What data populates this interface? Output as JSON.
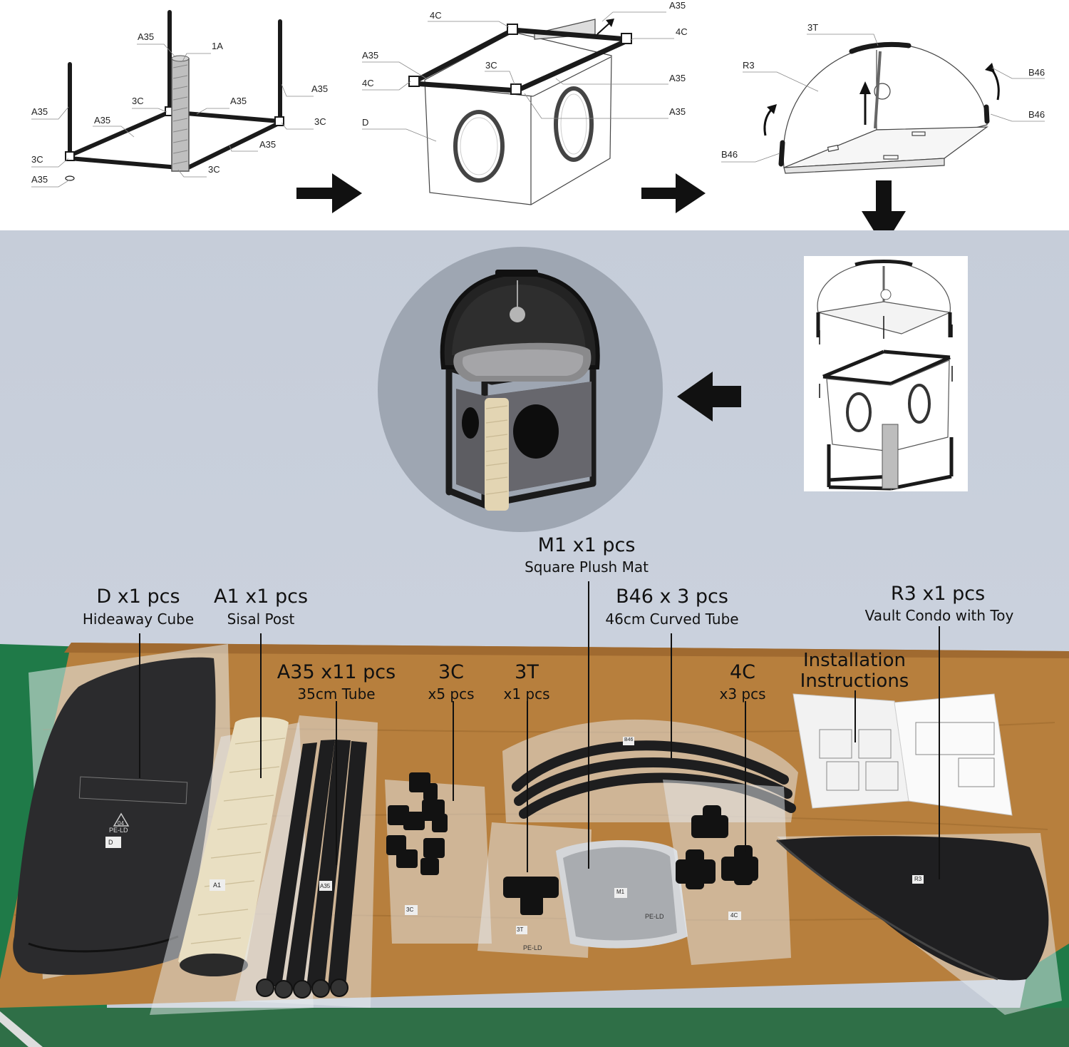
{
  "step1": {
    "labels": [
      "A35",
      "1A",
      "A35",
      "A35",
      "3C",
      "A35",
      "A35",
      "3C",
      "3C",
      "A35",
      "A35",
      "3C"
    ]
  },
  "step2": {
    "labels": [
      "4C",
      "A35",
      "A35",
      "4C",
      "3C",
      "A35",
      "4C",
      "A35",
      "D"
    ]
  },
  "step3": {
    "labels": [
      "3T",
      "R3",
      "B46",
      "B46",
      "B46"
    ]
  },
  "parts": [
    {
      "title": "D x1 pcs",
      "subtitle": "Hideaway Cube"
    },
    {
      "title": "A1 x1 pcs",
      "subtitle": "Sisal Post"
    },
    {
      "title": "A35 x11 pcs",
      "subtitle": "35cm Tube"
    },
    {
      "title": "3C",
      "subtitle": "x5 pcs"
    },
    {
      "title": "3T",
      "subtitle": "x1 pcs"
    },
    {
      "title": "M1 x1 pcs",
      "subtitle": "Square Plush Mat"
    },
    {
      "title": "B46 x 3 pcs",
      "subtitle": "46cm Curved Tube"
    },
    {
      "title": "4C",
      "subtitle": "x3 pcs"
    },
    {
      "title": "R3 x1 pcs",
      "subtitle": "Vault Condo with Toy"
    },
    {
      "title": "Installation",
      "subtitle": "Instructions"
    }
  ],
  "package_tags": [
    "D",
    "A1",
    "A35",
    "3C",
    "3T",
    "M1",
    "B46",
    "4C",
    "R3"
  ],
  "recycle_code": [
    "04",
    "PE-LD"
  ],
  "colors": {
    "frame": "#1a1a1a",
    "table": "#b77f3d",
    "floor": "#1f7a48",
    "background": "#c9d0dc",
    "sisal": "#e6dcc0"
  }
}
